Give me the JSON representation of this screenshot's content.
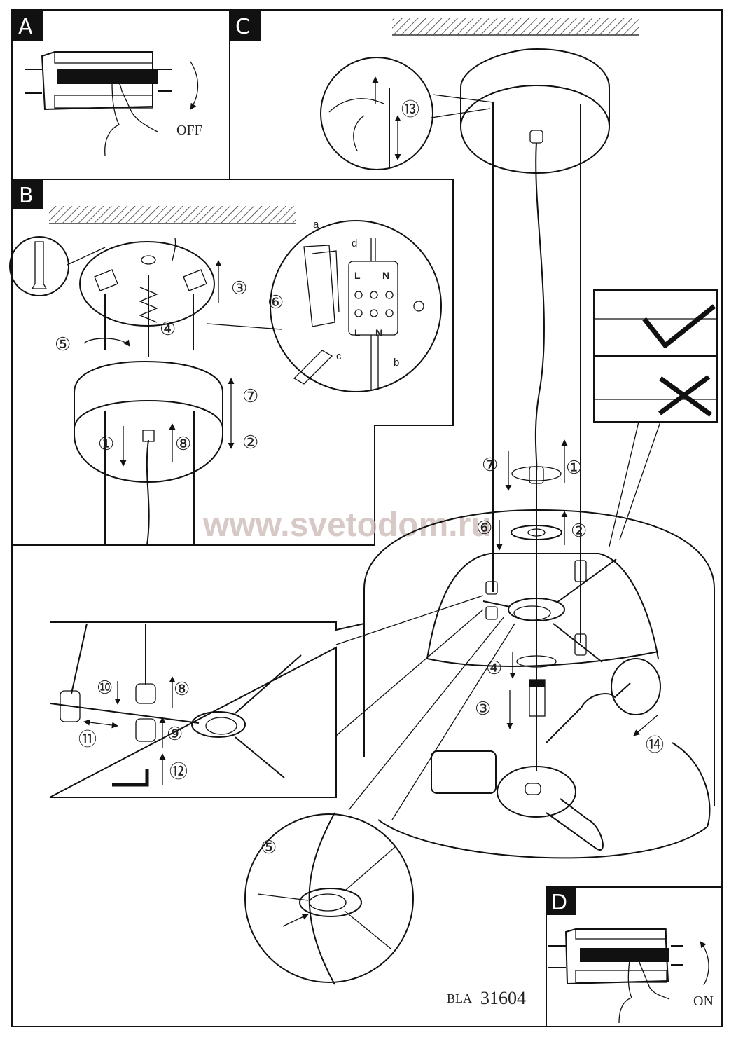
{
  "document": {
    "type": "pendant lamp assembly instruction sheet",
    "model_prefix": "BLA",
    "model_number": "31604",
    "watermark": "www.svetodom.ru"
  },
  "panels": {
    "A": {
      "letter": "A",
      "caption": "OFF",
      "description": "switch off circuit breaker"
    },
    "B": {
      "letter": "B",
      "description": "ceiling mounting and wiring",
      "steps": [
        "1",
        "2",
        "3",
        "4",
        "5",
        "6",
        "7",
        "8"
      ],
      "terminal_labels": {
        "live_top": "L",
        "neutral_top": "N",
        "live_bottom": "L",
        "neutral_bottom": "N"
      },
      "detail_letters": [
        "a",
        "b",
        "c",
        "d"
      ]
    },
    "C": {
      "letter": "C",
      "description": "hang lamp and attach shade",
      "steps": [
        "1",
        "2",
        "3",
        "4",
        "6",
        "7",
        "13",
        "14"
      ],
      "detail_cable_steps": [
        "8",
        "9",
        "10",
        "11",
        "12"
      ],
      "detail_ring_step": "5",
      "check_marks": {
        "correct": "check-mark",
        "wrong": "cross-mark"
      }
    },
    "D": {
      "letter": "D",
      "caption": "ON",
      "description": "switch on circuit breaker"
    }
  }
}
